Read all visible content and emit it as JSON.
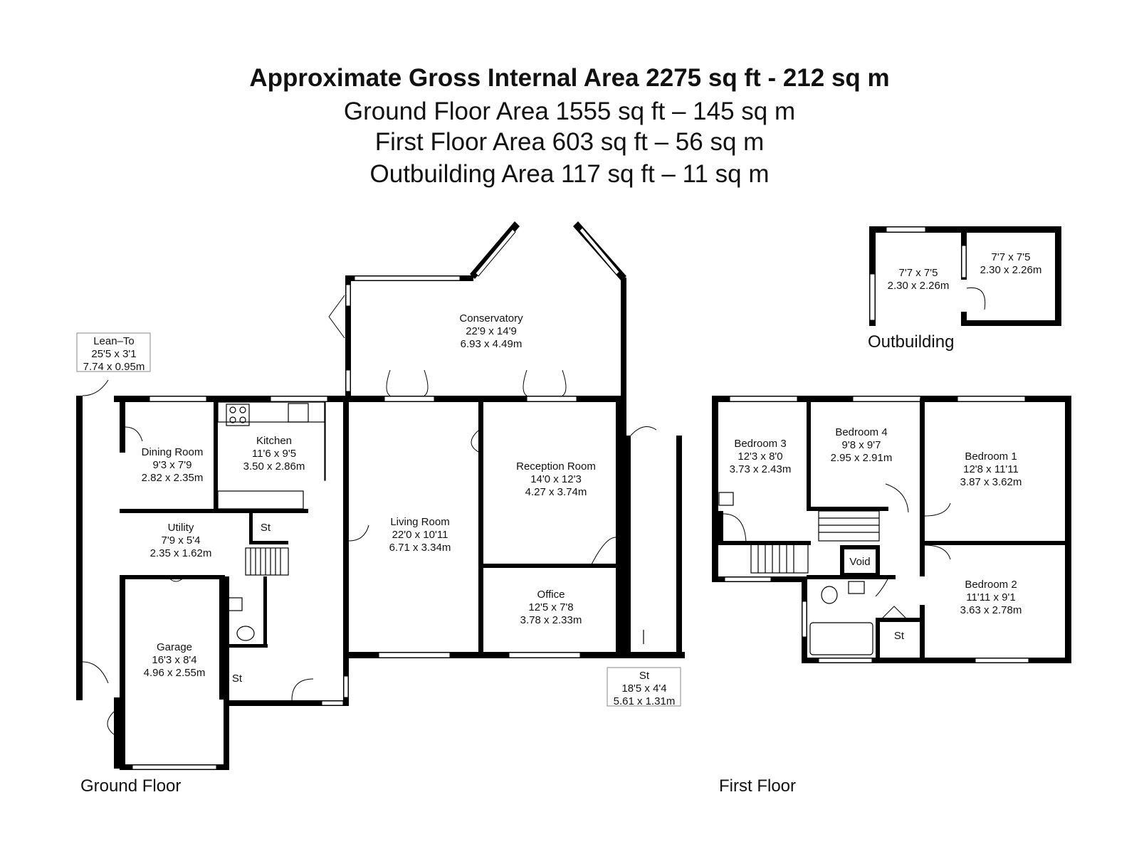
{
  "header": {
    "total_area": "Approximate Gross Internal Area 2275 sq ft - 212 sq m",
    "ground_floor_area": "Ground Floor Area 1555 sq ft – 145 sq m",
    "first_floor_area": "First Floor Area 603 sq ft – 56 sq m",
    "outbuilding_area": "Outbuilding Area 117 sq ft – 11 sq m"
  },
  "floors": {
    "ground": "Ground Floor",
    "first": "First Floor",
    "outbuilding": "Outbuilding"
  },
  "rooms": {
    "lean_to": {
      "name": "Lean–To",
      "imperial": "25'5 x 3'1",
      "metric": "7.74 x 0.95m"
    },
    "conservatory": {
      "name": "Conservatory",
      "imperial": "22'9 x 14'9",
      "metric": "6.93 x 4.49m"
    },
    "dining_room": {
      "name": "Dining Room",
      "imperial": "9'3 x 7'9",
      "metric": "2.82 x 2.35m"
    },
    "kitchen": {
      "name": "Kitchen",
      "imperial": "11'6 x 9'5",
      "metric": "3.50 x 2.86m"
    },
    "reception_room": {
      "name": "Reception Room",
      "imperial": "14'0 x 12'3",
      "metric": "4.27 x 3.74m"
    },
    "living_room": {
      "name": "Living Room",
      "imperial": "22'0 x 10'11",
      "metric": "6.71 x 3.34m"
    },
    "utility": {
      "name": "Utility",
      "imperial": "7'9 x 5'4",
      "metric": "2.35 x 1.62m"
    },
    "office": {
      "name": "Office",
      "imperial": "12'5 x 7'8",
      "metric": "3.78 x 2.33m"
    },
    "garage": {
      "name": "Garage",
      "imperial": "16'3 x 8'4",
      "metric": "4.96 x 2.55m"
    },
    "store_ext": {
      "name": "St",
      "imperial": "18'5 x 4'4",
      "metric": "5.61 x 1.31m"
    },
    "store_small_1": "St",
    "store_small_2": "St",
    "bedroom_3": {
      "name": "Bedroom 3",
      "imperial": "12'3 x 8'0",
      "metric": "3.73 x 2.43m"
    },
    "bedroom_4": {
      "name": "Bedroom 4",
      "imperial": "9'8 x 9'7",
      "metric": "2.95 x 2.91m"
    },
    "bedroom_1": {
      "name": "Bedroom 1",
      "imperial": "12'8 x 11'11",
      "metric": "3.87 x 3.62m"
    },
    "bedroom_2": {
      "name": "Bedroom 2",
      "imperial": "11'11 x 9'1",
      "metric": "3.63 x 2.78m"
    },
    "void": "Void",
    "store_first": "St",
    "out_left": {
      "imperial": "7'7 x 7'5",
      "metric": "2.30 x 2.26m"
    },
    "out_right": {
      "imperial": "7'7 x 7'5",
      "metric": "2.30 x 2.26m"
    }
  }
}
